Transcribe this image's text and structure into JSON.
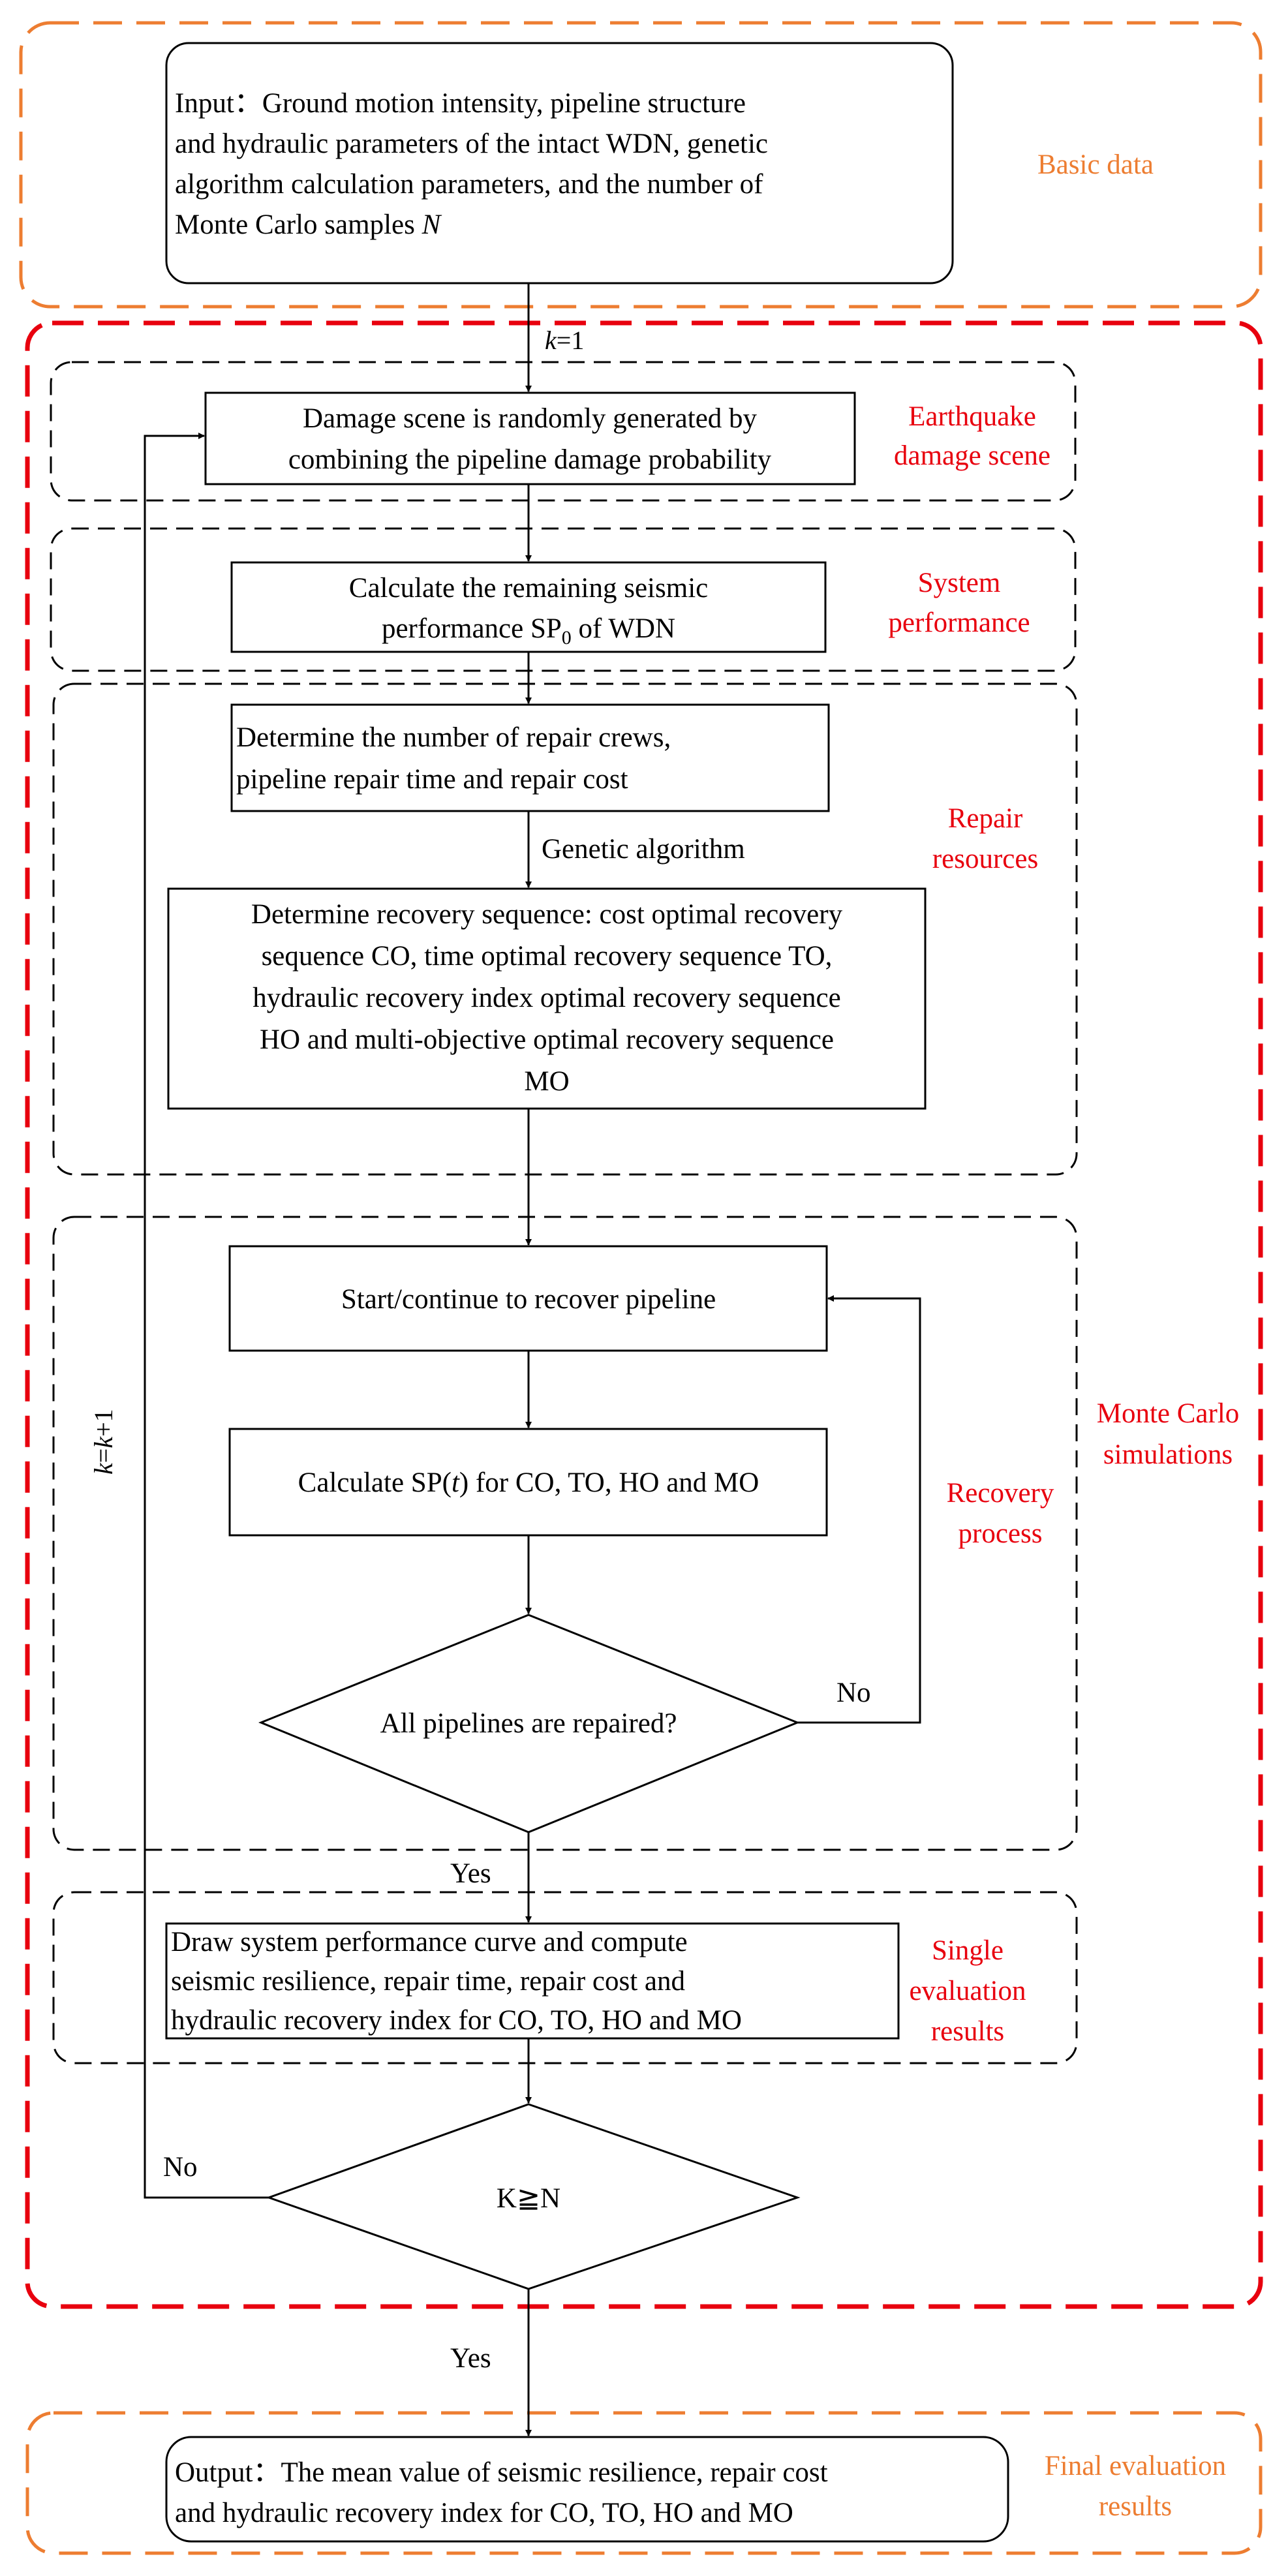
{
  "colors": {
    "orange": "#ED7D31",
    "red": "#E8000E",
    "black": "#000000",
    "dashed_gray": "#000000"
  },
  "sections": {
    "basic_data": "Basic data",
    "earthquake_damage_scene": [
      "Earthquake",
      "damage scene"
    ],
    "system_performance": [
      "System",
      "performance"
    ],
    "repair_resources": [
      "Repair",
      "resources"
    ],
    "recovery_process": [
      "Recovery",
      "process"
    ],
    "monte_carlo": [
      "Monte Carlo",
      "simulations"
    ],
    "single_evaluation": [
      "Single",
      "evaluation",
      "results"
    ],
    "final_evaluation": [
      "Final evaluation",
      "results"
    ]
  },
  "boxes": {
    "input": [
      "Input：Ground motion intensity,  pipeline structure",
      "and hydraulic  parameters of the intact WDN, genetic",
      "algorithm calculation parameters, and the number of",
      "Monte Carlo samples N"
    ],
    "damage_scene": [
      "Damage scene is randomly generated by",
      "combining the pipeline damage probability"
    ],
    "sp0": [
      "Calculate the remaining seismic",
      "performance SP0 of  WDN"
    ],
    "repair_crews": [
      "Determine the number of repair crews,",
      "pipeline repair time and repair cost"
    ],
    "recovery_sequence": [
      "Determine recovery sequence: cost optimal recovery",
      "sequence CO, time optimal recovery sequence TO,",
      "hydraulic recovery index optimal recovery sequence",
      "HO and multi-objective optimal recovery sequence",
      "MO"
    ],
    "start_recover": "Start/continue to recover pipeline",
    "calc_spt": "Calculate SP(t) for CO, TO, HO and MO",
    "all_repaired": "All pipelines are repaired?",
    "draw_curve": [
      "Draw system performance curve and compute",
      "seismic resilience, repair time,  repair cost and",
      "hydraulic recovery index for CO, TO, HO and MO"
    ],
    "k_ge_n": "K≧N",
    "output": [
      "Output：The mean value of seismic resilience,  repair cost",
      "and hydraulic recovery index for CO, TO, HO and MO"
    ]
  },
  "labels": {
    "k_init": "k=1",
    "k_next": "k=k+1",
    "genetic_algorithm": "Genetic algorithm",
    "no_repaired": "No",
    "yes_repaired": "Yes",
    "no_k": "No",
    "yes_k": "Yes"
  }
}
